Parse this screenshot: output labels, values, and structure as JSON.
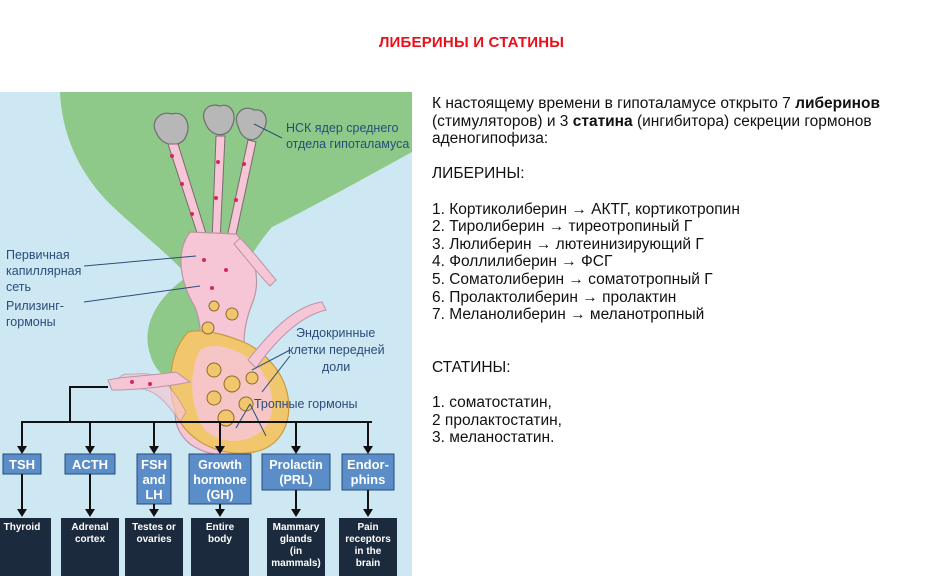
{
  "title": "ЛИБЕРИНЫ И СТАТИНЫ",
  "intro": {
    "part1": "К настоящему времени в гипоталамусе открыто 7 ",
    "liberins": "либеринов",
    "part2": " (стимуляторов) и 3 ",
    "statins": "статина",
    "part3": " (ингибитора) секреции гормонов аденогипофиза:"
  },
  "liberins_heading": "ЛИБЕРИНЫ:",
  "liberins": [
    "1. Кортиколиберин → АКТГ, кортикотропин",
    "2. Тиролиберин → тиреотропиный Г",
    "3. Люлиберин → лютеинизирующий Г",
    "4. Фоллилиберин → ФСГ",
    "5. Соматолиберин → соматотропный Г",
    "6. Пролактолиберин → пролактин",
    "7. Меланолиберин → меланотропный"
  ],
  "statins_heading": "СТАТИНЫ:",
  "statins": [
    "1. соматостатин,",
    "2  пролактостатин,",
    "3. меланостатин."
  ],
  "diagram": {
    "labels": {
      "nsk_line1": "НСК ядер среднего",
      "nsk_line2": "отдела гипоталамуса",
      "capillary_line1": "Первичная",
      "capillary_line2": "капиллярная",
      "capillary_line3": "сеть",
      "releasing_line1": "Рилизинг-",
      "releasing_line2": "гормоны",
      "endocrine_line1": "Эндокринные",
      "endocrine_line2": "клетки передней",
      "endocrine_line3": "доли",
      "tropic": "Тропные гормоны"
    },
    "hormones": [
      {
        "lines": [
          "TSH"
        ],
        "targets": [
          "Thyroid"
        ]
      },
      {
        "lines": [
          "ACTH"
        ],
        "targets": [
          "Adrenal",
          "cortex"
        ]
      },
      {
        "lines": [
          "FSH",
          "and",
          "LH"
        ],
        "targets": [
          "Testes or",
          "ovaries"
        ]
      },
      {
        "lines": [
          "Growth",
          "hormone",
          "(GH)"
        ],
        "targets": [
          "Entire",
          "body"
        ]
      },
      {
        "lines": [
          "Prolactin",
          "(PRL)"
        ],
        "targets": [
          "Mammary",
          "glands",
          "(in",
          "mammals)"
        ]
      },
      {
        "lines": [
          "Endor-",
          "phins"
        ],
        "targets": [
          "Pain",
          "receptors",
          "in the",
          "brain"
        ]
      }
    ],
    "colors": {
      "background": "#cde8f3",
      "hypothalamus": "#8ec98a",
      "portal_tissue": "#f7c6d6",
      "anterior_lobe": "#f2c66d",
      "hormone_box": "#5b8ec8",
      "target_box": "#1c2a3d"
    }
  }
}
